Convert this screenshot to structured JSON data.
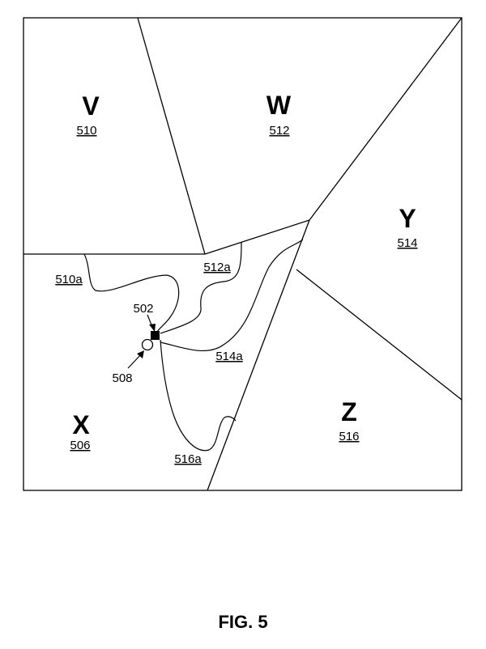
{
  "regions": {
    "v": {
      "letter": "V",
      "ref": "510"
    },
    "w": {
      "letter": "W",
      "ref": "512"
    },
    "y": {
      "letter": "Y",
      "ref": "514"
    },
    "x": {
      "letter": "X",
      "ref": "506"
    },
    "z": {
      "letter": "Z",
      "ref": "516"
    }
  },
  "paths": {
    "p510a": "510a",
    "p512a": "512a",
    "p514a": "514a",
    "p516a": "516a"
  },
  "markers": {
    "square": "502",
    "circle": "508"
  },
  "caption": "FIG. 5"
}
